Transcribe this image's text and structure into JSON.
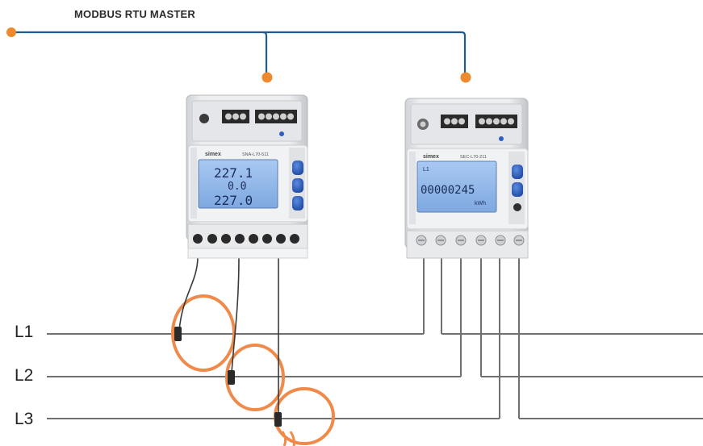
{
  "title": "MODBUS RTU MASTER",
  "lines": [
    {
      "label": "L1"
    },
    {
      "label": "L2"
    },
    {
      "label": "L3"
    }
  ],
  "meters": [
    {
      "brand": "simex",
      "model": "SNA-L70-511",
      "display": [
        "227.1",
        "0.0",
        "227.0"
      ]
    },
    {
      "brand": "simex",
      "model": "SEC-L70-211",
      "display": [
        "00000245"
      ],
      "unit": "kWh",
      "indicator": "L1"
    }
  ],
  "colors": {
    "bus": "#1d5a8e",
    "node": "#ee8a2e",
    "phase_line": "#707070",
    "coil": "#f08a4a",
    "lcd": "#8fb8ea",
    "lcd_text": "#1a2d5a",
    "button": "#2d5fbf"
  }
}
